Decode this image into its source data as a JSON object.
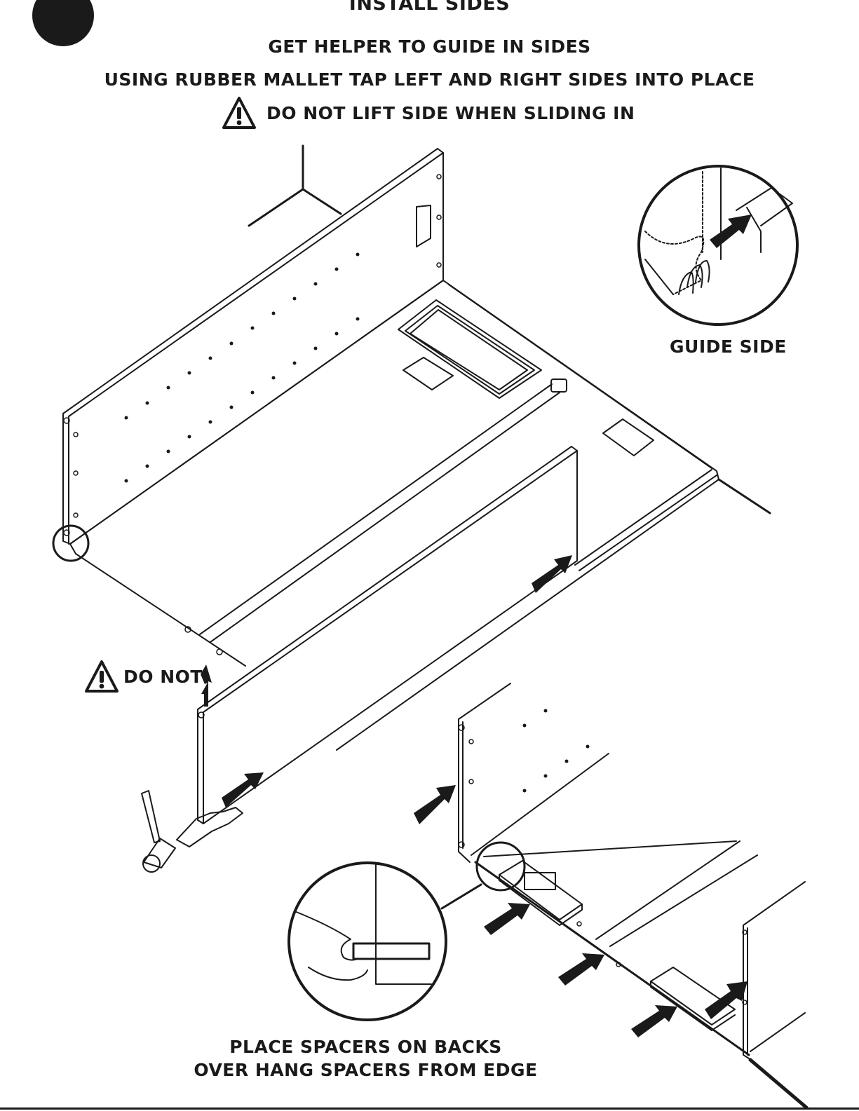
{
  "header": {
    "title": "INSTALL SIDES",
    "instruction_1": "GET HELPER TO GUIDE IN SIDES",
    "instruction_2": "USING RUBBER MALLET TAP LEFT AND RIGHT SIDES INTO PLACE",
    "warning": "DO NOT LIFT SIDE WHEN SLIDING IN"
  },
  "callouts": {
    "guide_side": "GUIDE SIDE",
    "do_not": "DO NOT"
  },
  "footer": {
    "line_1": "PLACE SPACERS ON BACKS",
    "line_2": "OVER HANG SPACERS FROM EDGE"
  },
  "icons": [
    "step-dot",
    "warning-triangle-icon",
    "arrow-icon",
    "rubber-mallet-icon",
    "hand-icon",
    "magnifier-circle"
  ],
  "colors": {
    "ink": "#1a1a1a",
    "paper": "#ffffff"
  }
}
